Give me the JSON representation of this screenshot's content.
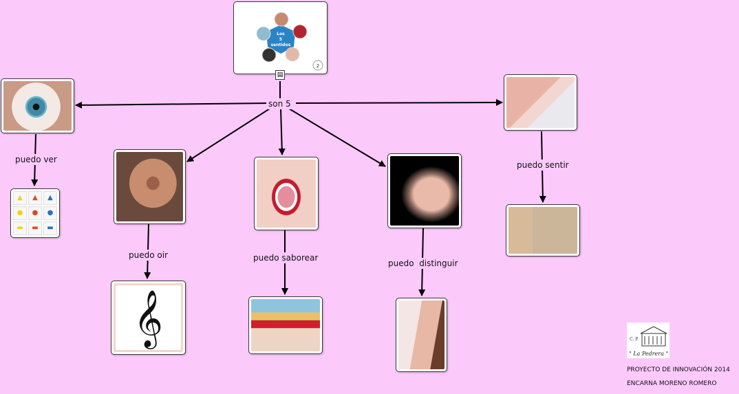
{
  "diagram": {
    "root": {
      "title_lines": [
        "Los",
        "5",
        "sentidos"
      ],
      "page_number": "2"
    },
    "hub_label": "son 5",
    "senses": [
      {
        "id": "eye",
        "verb": "puedo ver"
      },
      {
        "id": "ear",
        "verb": "puedo oir"
      },
      {
        "id": "mouth",
        "verb": "puedo saborear"
      },
      {
        "id": "nose",
        "verb": "puedo  distinguir"
      },
      {
        "id": "hands",
        "verb": "puedo sentir"
      }
    ],
    "clef_glyph": "𝄞",
    "shape_glyphs": [
      "▲",
      "▲",
      "▲",
      "●",
      "●",
      "●",
      "▬",
      "▬",
      "▬"
    ],
    "shape_colors": [
      "#f2d30c",
      "#e0491b",
      "#2c6fc9",
      "#f2d30c",
      "#e0491b",
      "#2c6fc9",
      "#f2d30c",
      "#e0491b",
      "#2c6fc9"
    ]
  },
  "footer": {
    "logo_lines": [
      "C. P.",
      "\" La Pedrera \""
    ],
    "line1": "PROYECTO DE INNOVACIÓN 2014",
    "line2": "ENCARNA MORENO ROMERO"
  },
  "colors": {
    "background": "#fcc9fb",
    "edge": "#000000"
  }
}
